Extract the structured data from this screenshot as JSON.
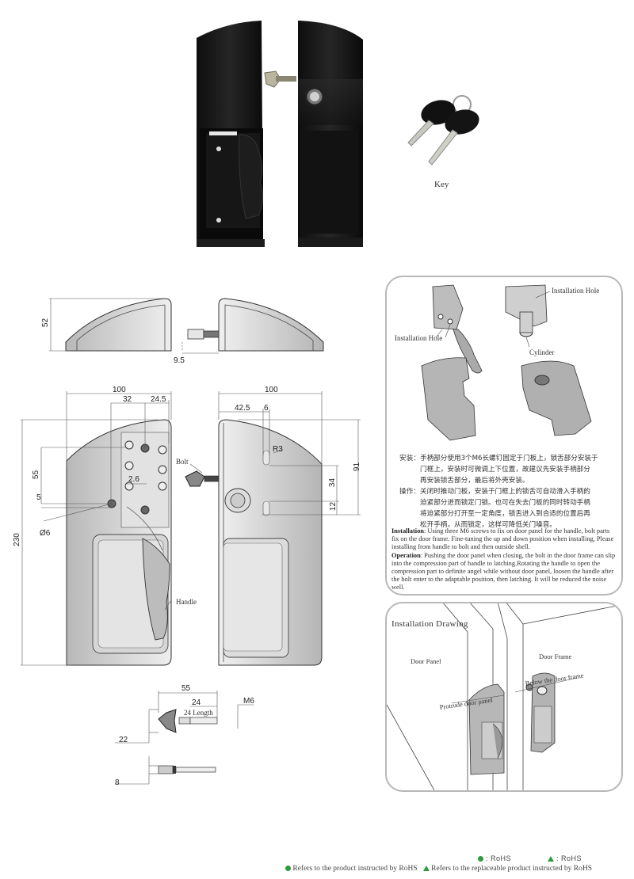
{
  "product_photo": {
    "key_label": "Key"
  },
  "side_view": {
    "height_dim": "52",
    "bolt_offset_dim": "9.5"
  },
  "front_view_left": {
    "width_dim": "100",
    "hole_spacing_dim": "32",
    "edge_dim": "24.5",
    "vertical_spacing_dim": "55",
    "small_gap_dim": "2.6",
    "bottom_offset_dim": "5",
    "hole_diameter_dim": "Ø6",
    "total_height_dim": "230",
    "bolt_label": "Bolt",
    "handle_label": "Handle"
  },
  "front_view_right": {
    "width_dim": "100",
    "offset_dim": "42.5",
    "slot_width_dim": "6",
    "radius_dim": "R3",
    "height_dim": "91",
    "slot_spacing_dim": "34",
    "bottom_dim": "12"
  },
  "bolt_detail": {
    "length_dim": "55",
    "thread_dim": "24",
    "thread_label": "24 Length",
    "thread_size": "M6",
    "head_height_dim": "22",
    "shaft_dim": "8"
  },
  "exploded_panel": {
    "label_installation_hole_1": "Installation Hole",
    "label_installation_hole_2": "Installation Hole",
    "label_cylinder": "Cylinder",
    "cn_install_title": "安装：",
    "cn_install_lines": [
      "手柄部分使用3个M6长螺钉固定于门板上，锁舌部分安装于",
      "门框上，安装时可微调上下位置，故建议先安装手柄部分",
      "再安装锁舌部分，最后将外壳安装。"
    ],
    "cn_operation_title": "操作：",
    "cn_operation_lines": [
      "关闭时推动门板，安装于门框上的锁舌可自动滑入手柄的",
      "迫紧部分进而锁定门锁。也可在失去门板的同时转动手柄",
      "将迫紧部分打开至一定角度，锁舌进入到合适的位置后再",
      "松开手柄，从而锁定，这样可降低关门噪音。"
    ],
    "en_install_title": "Installation",
    "en_install_text": ": Using three M6 screws to fix on door panel for the handle, bolt parts fix on the door frame. Fine-tuning the up and down position when installing, Please installing from handle to bolt and then outside shell.",
    "en_operation_title": "Operation",
    "en_operation_text": ": Pushing the door panel when closing, the bolt in the door frame can slip into the compression part of handle to latching.Rotating the handle to open the compression part to definite angel while without door panel, loosen the handle after the bolt enter to the adaptable position, then latching. It will be reduced the noise well."
  },
  "installation_panel": {
    "title": "Installation Drawing",
    "door_panel_label": "Door Panel",
    "door_frame_label": "Door Frame",
    "below_frame_label": "Below the door frame",
    "protrude_label": "Protrude door panel"
  },
  "legend": {
    "rohs_dot_label": ": RoHS",
    "rohs_tri_label": ": RoHS",
    "dot_text": "Refers to the product instructed by RoHS",
    "tri_text": "Refers to the replaceable product instructed by RoHS",
    "accent_color": "#2e9b3c"
  }
}
